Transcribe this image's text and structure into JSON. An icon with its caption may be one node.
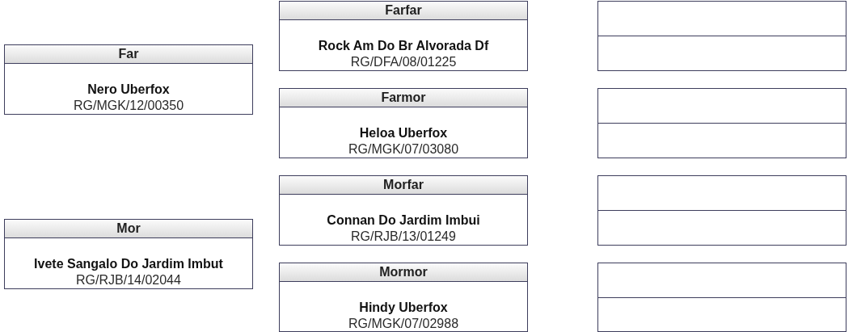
{
  "diagram": {
    "nodes": [
      {
        "text": [
          "Far",
          "Nero Uberfox",
          "RG/MGK/12/00350"
        ]
      },
      {
        "text": [
          "Mor",
          "Ivete Sangalo Do Jardim Imbut",
          "RG/RJB/14/02044"
        ]
      },
      {
        "text": [
          "Farfar",
          "Rock Am Do Br Alvorada Df",
          "RG/DFA/08/01225"
        ]
      },
      {
        "text": [
          "Farmor",
          "Heloa Uberfox",
          "RG/MGK/07/03080"
        ]
      },
      {
        "text": [
          "Morfar",
          "Connan Do Jardim Imbui",
          "RG/RJB/13/01249"
        ]
      },
      {
        "text": [
          "Mormor",
          "Hindy Uberfox",
          "RG/MGK/07/02988"
        ]
      },
      {
        "text": [],
        "shape": "box"
      },
      {
        "text": [],
        "shape": "box"
      },
      {
        "text": [],
        "shape": "box"
      },
      {
        "text": [],
        "shape": "box"
      },
      {
        "text": [],
        "shape": "box"
      },
      {
        "text": [],
        "shape": "box"
      },
      {
        "text": [],
        "shape": "box"
      },
      {
        "text": [],
        "shape": "box"
      }
    ]
  }
}
